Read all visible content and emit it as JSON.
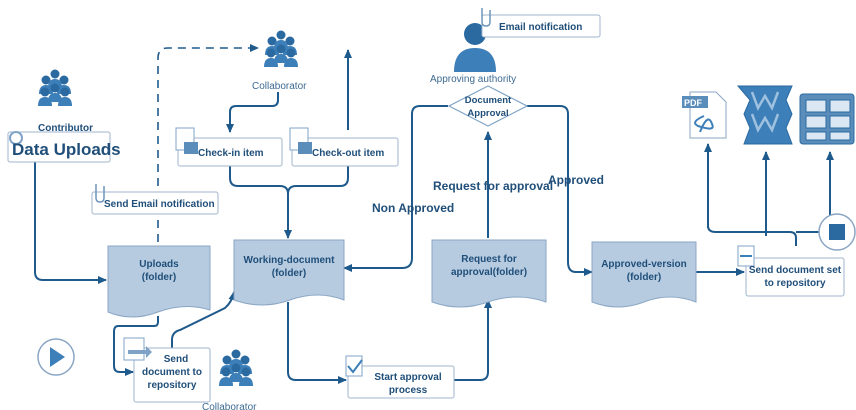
{
  "labels": {
    "contributor": "Contributor",
    "data_uploads": "Data Uploads",
    "collaborator_top": "Collaborator",
    "collaborator_bottom": "Collaborator",
    "approving_authority": "Approving authority",
    "email_notification": "Email notification",
    "send_email_notification": "Send Email notification",
    "check_in": "Check-in item",
    "check_out": "Check-out item",
    "uploads_l1": "Uploads",
    "uploads_l2": "(folder)",
    "working_l1": "Working-document",
    "working_l2": "(folder)",
    "request_doc_l1": "Request for",
    "request_doc_l2": "approval(folder)",
    "approved_doc_l1": "Approved-version",
    "approved_doc_l2": "(folder)",
    "send_repo_l1": "Send",
    "send_repo_l2": "document to",
    "send_repo_l3": "repository",
    "send_set_l1": "Send document set",
    "send_set_l2": "to repository",
    "start_approval_l1": "Start approval",
    "start_approval_l2": "process",
    "doc_approval_l1": "Document",
    "doc_approval_l2": "Approval",
    "request_for_approval": "Request for approval",
    "approved": "Approved",
    "non_approved": "Non Approved",
    "pdf": "PDF"
  },
  "colors": {
    "accent": "#1f4e79",
    "arrow": "#1f5a8c",
    "doc_fill": "#b6cbe0",
    "person": "#3d7fb8"
  },
  "icons": [
    "people-icon",
    "person-icon",
    "email-icon",
    "document-icon",
    "pdf-icon",
    "word-icon",
    "cabinet-icon",
    "play-icon",
    "stop-icon"
  ]
}
